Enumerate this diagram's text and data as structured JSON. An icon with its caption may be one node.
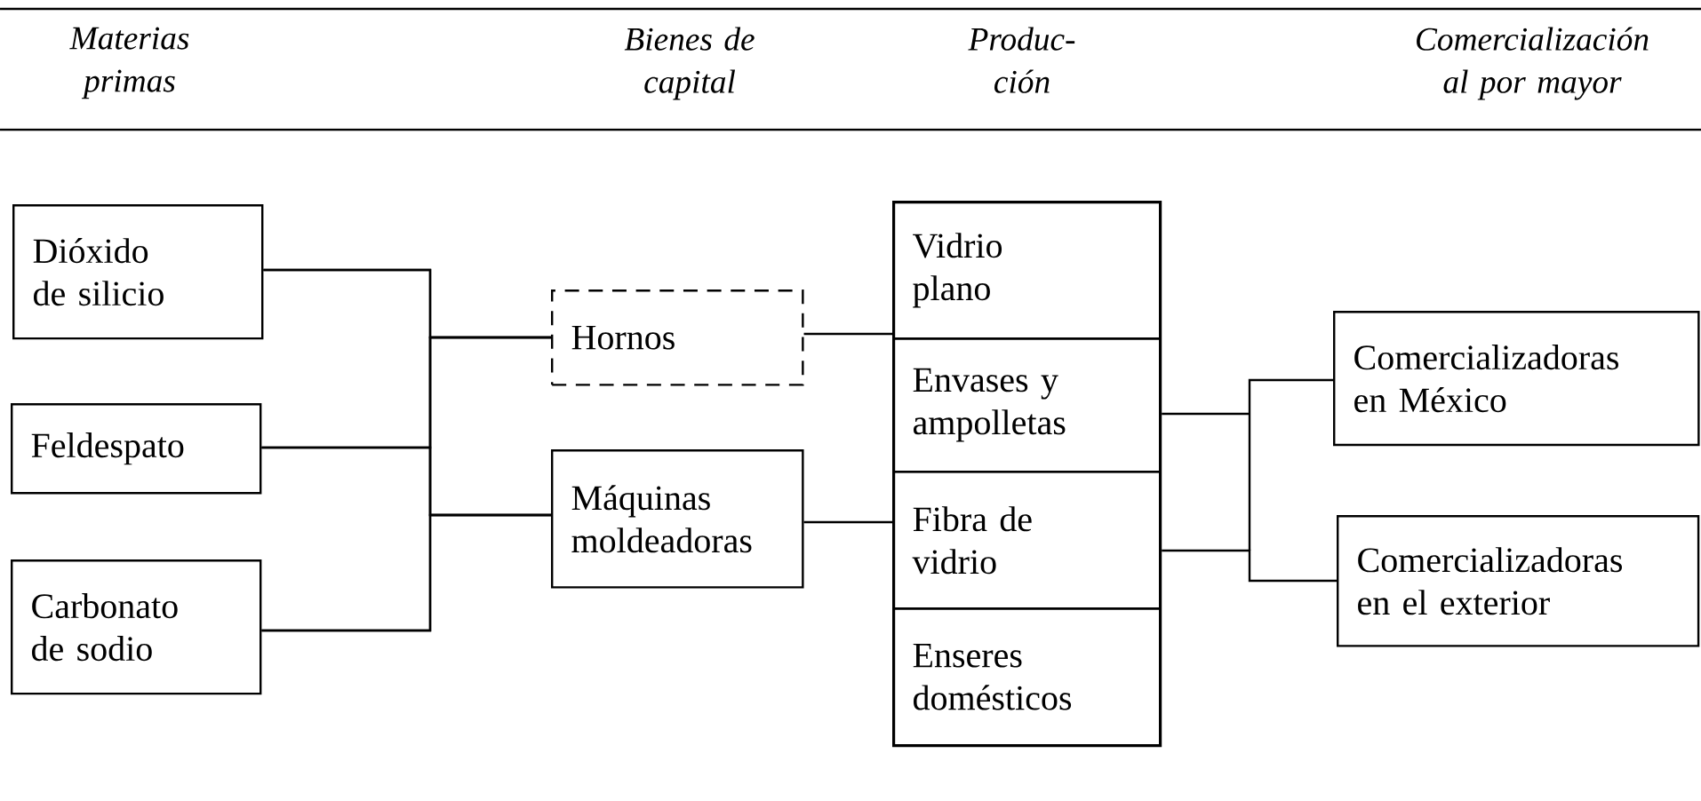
{
  "diagram": {
    "nodes": [
      {
        "text": [
          "Dióxido de silicio"
        ]
      },
      {
        "text": [
          "Feldespato"
        ]
      },
      {
        "text": [
          "Carbonato de sodio"
        ]
      },
      {
        "text": [
          "Hornos"
        ]
      },
      {
        "text": [
          "Máquinas moldeadoras"
        ]
      },
      {
        "text": [],
        "shape": "box"
      },
      {
        "text": [
          "Vidrio plano"
        ],
        "in": 5
      },
      {
        "text": [
          "Envases y ampolletas"
        ],
        "in": 5
      },
      {
        "text": [
          "Fibra de vidrio"
        ],
        "in": 5
      },
      {
        "text": [
          "Enseres domésticos"
        ],
        "in": 5
      },
      {
        "text": [
          "Comercializadoras en México"
        ]
      },
      {
        "text": [
          "Comercializadoras en el exterior"
        ]
      }
    ],
    "edges": [
      {
        "from": 0,
        "to": 3,
        "arrow": "none"
      },
      {
        "from": 0,
        "to": 4,
        "arrow": "none"
      },
      {
        "from": 1,
        "to": 3,
        "arrow": "none"
      },
      {
        "from": 1,
        "to": 4,
        "arrow": "none"
      },
      {
        "from": 2,
        "to": 3,
        "arrow": "none"
      },
      {
        "from": 2,
        "to": 4,
        "arrow": "none"
      },
      {
        "from": 3,
        "to": 5,
        "arrow": "none"
      },
      {
        "from": 4,
        "to": 5,
        "arrow": "none"
      },
      {
        "from": 5,
        "to": 10,
        "arrow": "none"
      },
      {
        "from": 5,
        "to": 11,
        "arrow": "none"
      }
    ],
    "labels": [
      "Materias primas",
      "Bienes de capital",
      "Produc- ción",
      "Comercialización al por mayor"
    ]
  }
}
